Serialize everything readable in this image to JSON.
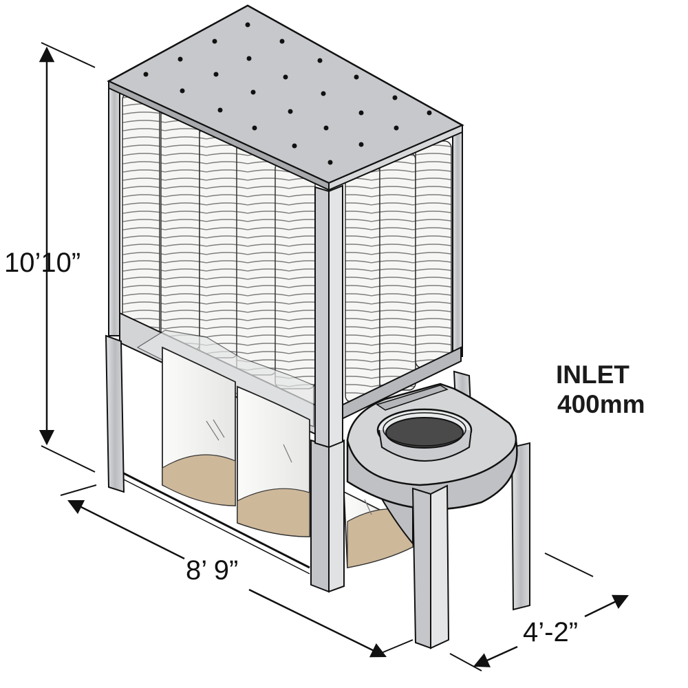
{
  "dimensions": {
    "height": "10’10”",
    "length": "8’ 9”",
    "width": "4’-2”"
  },
  "inlet": {
    "label": "INLET",
    "size": "400mm"
  },
  "colors": {
    "frame": "#c9cbce",
    "frame_dark": "#9a9da1",
    "panel_top": "#c4c6c9",
    "filter_cloth": "#f4f4f2",
    "dust": "#cdb89a",
    "outline": "#111111",
    "text": "#1a1a1a"
  },
  "drawing": {
    "filter_count": 8,
    "bag_count": 3,
    "icons": [
      "dimension-arrow-icon"
    ]
  }
}
